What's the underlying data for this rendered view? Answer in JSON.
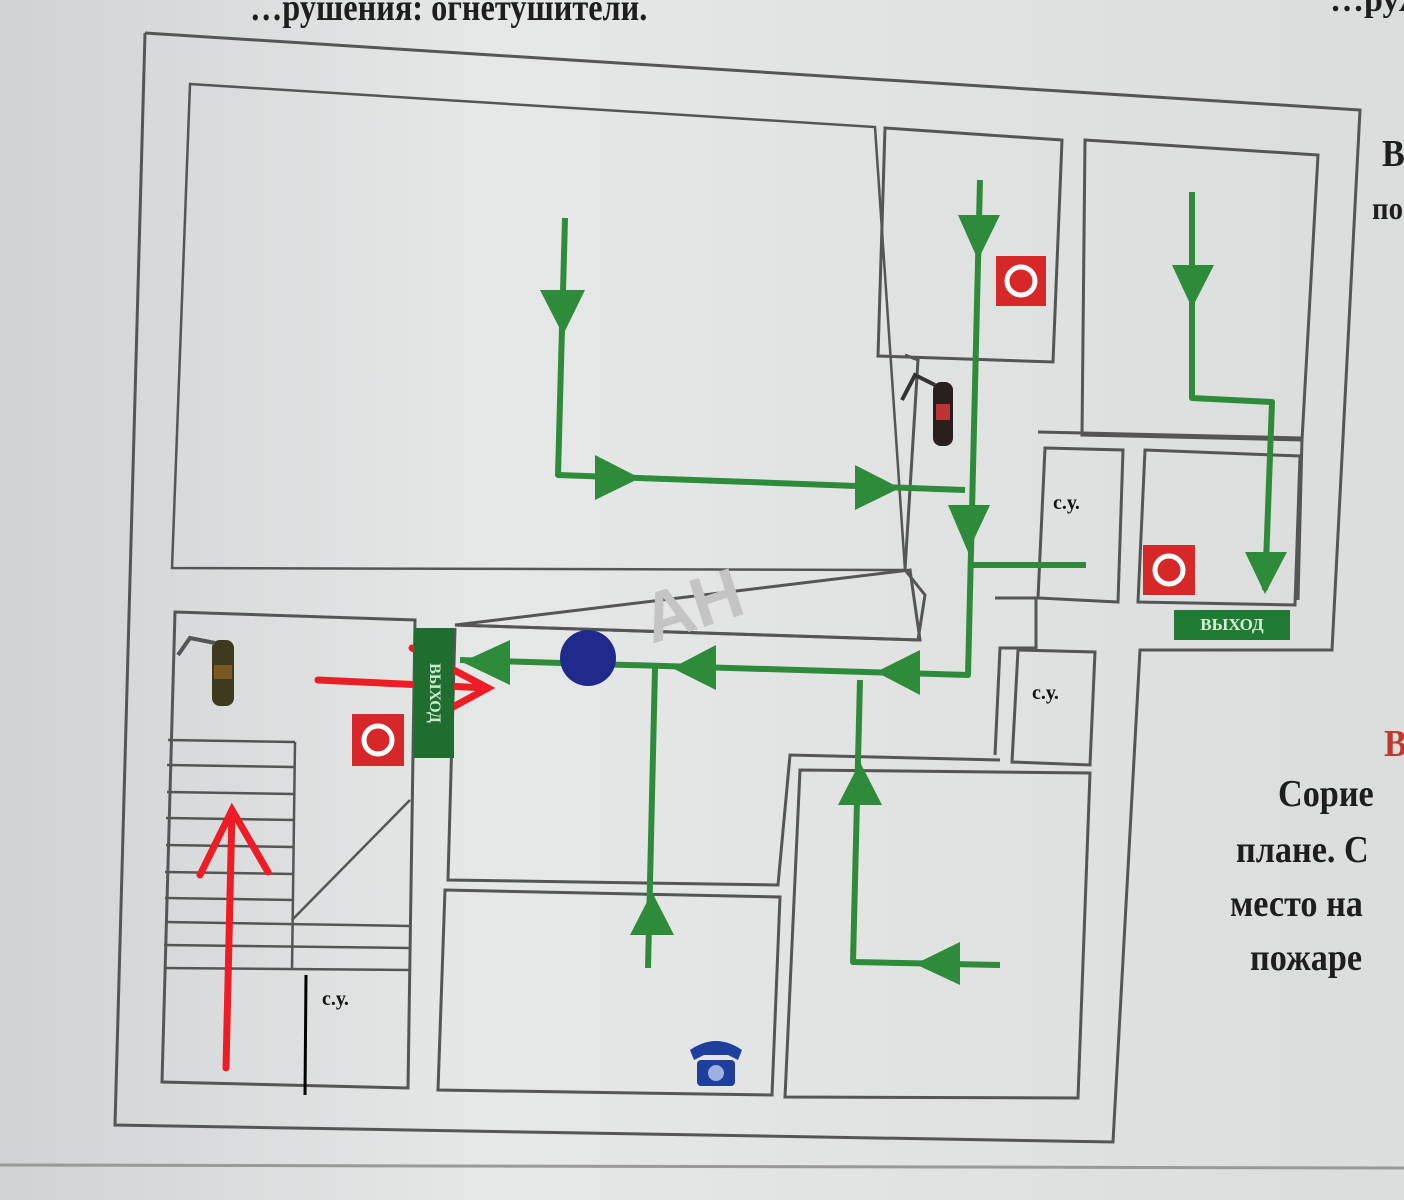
{
  "header": {
    "top_text": "…рушения: огнетушители.",
    "top_right_text": "…ружс"
  },
  "right_panel": {
    "line1": "В",
    "line2": "по",
    "red_heading": "В",
    "lines": [
      "Сорие",
      "плане. С",
      "место на",
      "пожаре"
    ]
  },
  "plan": {
    "exit_labels": [
      "ВЫХОД",
      "ВЫХОД"
    ],
    "restroom_labels": [
      "с.у.",
      "с.у.",
      "с.у."
    ],
    "watermark": "АН",
    "colors": {
      "route": "#2e8b3a",
      "alarm": "#d62828",
      "annotation": "#ee1c25",
      "hydrant": "#1f2a8c"
    }
  }
}
